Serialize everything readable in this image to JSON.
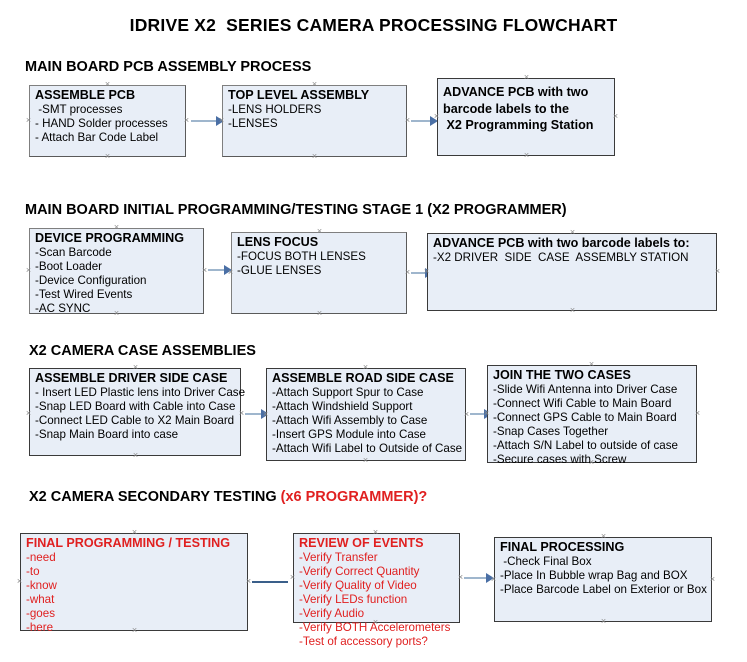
{
  "title": "IDRIVE X2  SERIES CAMERA PROCESSING FLOWCHART",
  "sections": [
    {
      "heading": "MAIN BOARD PCB ASSEMBLY PROCESS",
      "heading_suffix": "",
      "boxes": [
        {
          "title": "ASSEMBLE PCB",
          "lines": [
            " -SMT processes",
            "- HAND Solder processes",
            "- Attach Bar Code Label"
          ]
        },
        {
          "title": "TOP LEVEL ASSEMBLY",
          "lines": [
            "-LENS HOLDERS",
            "-LENSES"
          ]
        },
        {
          "title": "ADVANCE PCB with two\nbarcode labels to the\n X2 Programming Station",
          "lines": []
        }
      ]
    },
    {
      "heading": "MAIN BOARD INITIAL PROGRAMMING/TESTING STAGE 1 (X2 PROGRAMMER)",
      "heading_suffix": "",
      "boxes": [
        {
          "title": "DEVICE PROGRAMMING",
          "lines": [
            "-Scan Barcode",
            "-Boot Loader",
            "-Device Configuration",
            "-Test Wired Events",
            "-AC SYNC"
          ]
        },
        {
          "title": "LENS FOCUS",
          "lines": [
            "-FOCUS BOTH LENSES",
            "-GLUE LENSES"
          ]
        },
        {
          "title": "ADVANCE PCB with two barcode labels to:",
          "lines": [
            "-X2 DRIVER  SIDE  CASE  ASSEMBLY STATION"
          ]
        }
      ]
    },
    {
      "heading": "X2 CAMERA CASE ASSEMBLIES",
      "heading_suffix": "",
      "boxes": [
        {
          "title": "ASSEMBLE DRIVER SIDE CASE",
          "lines": [
            "- Insert LED Plastic lens into Driver Case",
            "-Snap LED Board with Cable into Case",
            "-Connect LED Cable to X2 Main Board",
            "-Snap Main Board into case"
          ]
        },
        {
          "title": "ASSEMBLE ROAD SIDE CASE",
          "lines": [
            "-Attach Support Spur to Case",
            "-Attach Windshield Support",
            "-Attach Wifi Assembly to Case",
            "-Insert GPS Module into Case",
            "-Attach Wifi Label to Outside of Case"
          ]
        },
        {
          "title": "JOIN THE TWO CASES",
          "lines": [
            "-Slide Wifi Antenna into Driver Case",
            "-Connect Wifi Cable to Main Board",
            "-Connect GPS Cable to Main Board",
            "-Snap Cases Together",
            "-Attach S/N Label to outside of case",
            "-Secure cases with Screw"
          ]
        }
      ]
    },
    {
      "heading": "X2 CAMERA SECONDARY TESTING ",
      "heading_suffix": "(x6 PROGRAMMER)?",
      "boxes": [
        {
          "title": "FINAL PROGRAMMING / TESTING",
          "lines": [
            "-need",
            "-to",
            "-know",
            "-what",
            "-goes",
            "-here"
          ]
        },
        {
          "title": "REVIEW OF EVENTS",
          "lines": [
            "-Verify Transfer",
            "-Verify Correct Quantity",
            "-Verify Quality of Video",
            "-Verify LEDs function",
            "-Verify Audio",
            "-Verify BOTH Accelerometers",
            "-Test of accessory ports?"
          ]
        },
        {
          "title": "FINAL PROCESSING",
          "lines": [
            " -Check Final Box",
            "-Place In Bubble wrap Bag and BOX",
            "-Place Barcode Label on Exterior or Box"
          ]
        }
      ]
    }
  ],
  "colors": {
    "box_fill": "#e8eef7",
    "box_border": "#7f7f7f",
    "accent_red": "#e02020",
    "connector": "#9fb6cd",
    "arrowhead": "#4a6fa5"
  }
}
